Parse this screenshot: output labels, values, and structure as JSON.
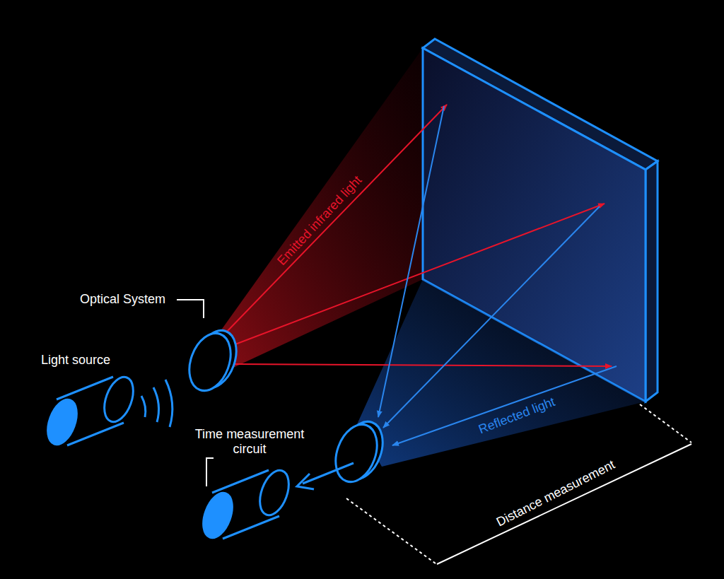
{
  "diagram": {
    "labels": [
      "Optical System",
      "Light source",
      "Emitted infrared light",
      "Time measurement circuit",
      "Reflected light",
      "Distance measurement"
    ]
  }
}
